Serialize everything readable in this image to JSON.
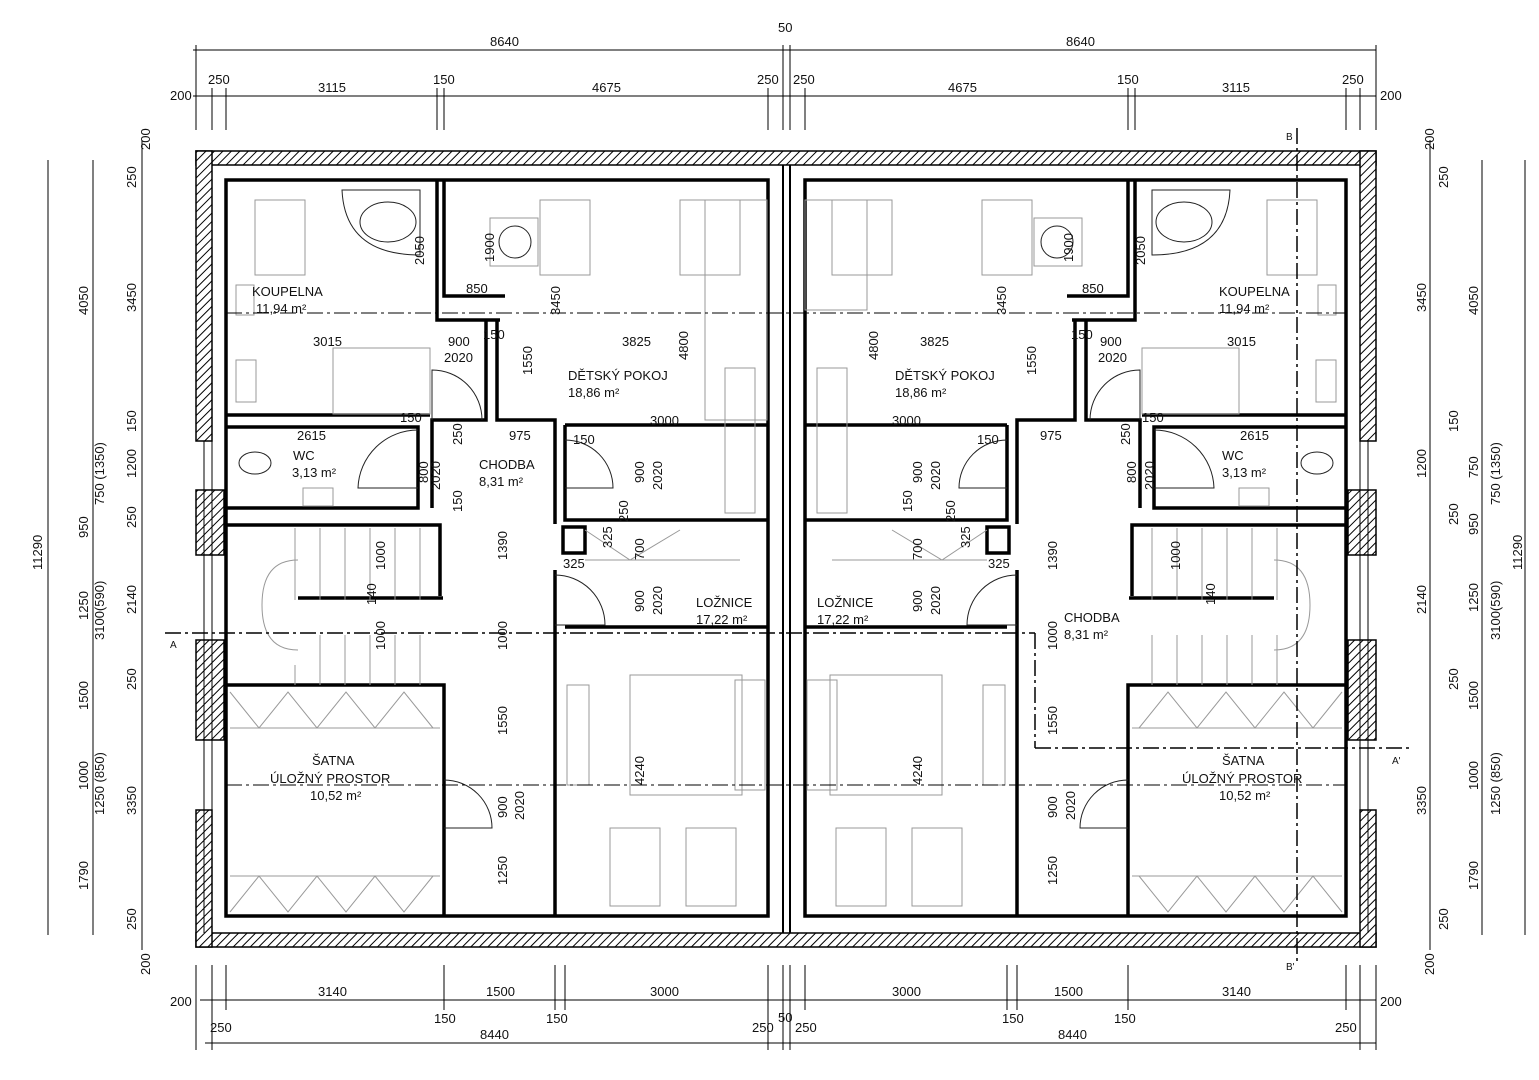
{
  "dimensions": {
    "top_total": [
      "8640",
      "8640"
    ],
    "top_center_gap": "50",
    "top_segments": [
      "200",
      "250",
      "3115",
      "150",
      "4675",
      "250",
      "250",
      "4675",
      "150",
      "3115",
      "250",
      "200"
    ],
    "bottom_segments_a": [
      "200",
      "3140",
      "1500",
      "3000",
      "3000",
      "1500",
      "3140",
      "200"
    ],
    "bottom_segments_b": [
      "250",
      "150",
      "150",
      "250",
      "50",
      "250",
      "150",
      "150",
      "250"
    ],
    "bottom_total": [
      "8440",
      "8440"
    ],
    "left_outer": [
      "4050",
      "750 (1350)",
      "1250",
      "3100(590)",
      "1500",
      "1250 (850)",
      "1000",
      "1790"
    ],
    "left_total": "11290",
    "left_inner": [
      "200",
      "250",
      "3450",
      "150",
      "1200",
      "950",
      "250",
      "2140",
      "250",
      "3350",
      "250",
      "200"
    ],
    "right_inner": [
      "200",
      "250",
      "3450",
      "150",
      "1200",
      "250",
      "950",
      "2140",
      "250",
      "3350",
      "250",
      "200"
    ],
    "right_outer": [
      "4050",
      "750 (1350)",
      "750",
      "1250",
      "3100(590)",
      "1500",
      "1000",
      "1250 (850)",
      "1790"
    ],
    "right_total": "11290",
    "interior": [
      "2050",
      "1900",
      "850",
      "3450",
      "3015",
      "900",
      "150",
      "2020",
      "1550",
      "3825",
      "4800",
      "150",
      "2615",
      "250",
      "975",
      "150",
      "3000",
      "800",
      "2020",
      "150",
      "900",
      "2020",
      "250",
      "325",
      "325",
      "700",
      "1390",
      "1000",
      "140",
      "1000",
      "1000",
      "900",
      "2020",
      "1550",
      "900",
      "2020",
      "4240",
      "1250",
      "3450",
      "3825",
      "4800",
      "1550",
      "2020",
      "900",
      "150",
      "3015",
      "2050",
      "1900",
      "850",
      "2615",
      "250",
      "975",
      "150",
      "3000",
      "800",
      "2020",
      "150",
      "900",
      "2020",
      "150",
      "250",
      "325",
      "325",
      "700",
      "1390",
      "1000",
      "140",
      "1000",
      "900",
      "2020",
      "1550",
      "4240",
      "900",
      "2020",
      "1250"
    ]
  },
  "rooms": {
    "bathroom_left": {
      "name": "KOUPELNA",
      "area": "11,94 m²"
    },
    "bathroom_right": {
      "name": "KOUPELNA",
      "area": "11,94 m²"
    },
    "kids_left": {
      "name": "DĚTSKÝ POKOJ",
      "area": "18,86 m²"
    },
    "kids_right": {
      "name": "DĚTSKÝ POKOJ",
      "area": "18,86 m²"
    },
    "wc_left": {
      "name": "WC",
      "area": "3,13 m²"
    },
    "wc_right": {
      "name": "WC",
      "area": "3,13 m²"
    },
    "hall_left": {
      "name": "CHODBA",
      "area": "8,31 m²"
    },
    "hall_right": {
      "name": "CHODBA",
      "area": "8,31 m²"
    },
    "bedroom_left": {
      "name": "LOŽNICE",
      "area": "17,22 m²"
    },
    "bedroom_right": {
      "name": "LOŽNICE",
      "area": "17,22 m²"
    },
    "closet_left": {
      "name": "ŠATNA",
      "sub": "ÚLOŽNÝ PROSTOR",
      "area": "10,52 m²"
    },
    "closet_right": {
      "name": "ŠATNA",
      "sub": "ÚLOŽNÝ PROSTOR",
      "area": "10,52 m²"
    }
  },
  "sections": {
    "a": "A",
    "a_prime": "A'",
    "b": "B",
    "b_prime": "B'"
  }
}
